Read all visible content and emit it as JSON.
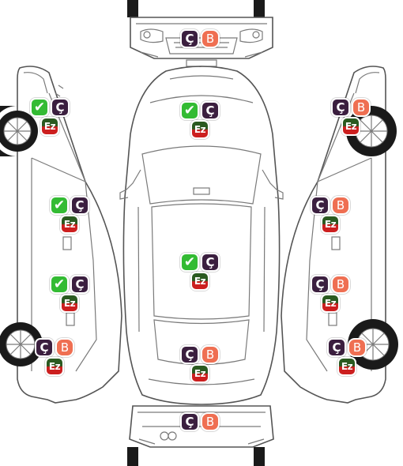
{
  "legend": {
    "check_symbol": "✔",
    "cedilla_symbol": "Ç",
    "b_symbol": "B",
    "ez_symbol": "Ez"
  },
  "colors": {
    "check": "#33bb33",
    "cedilla": "#3b1f3f",
    "b": "#ef6f52",
    "ez_top": "#2a5a20",
    "ez_bottom": "#cc1f1f"
  },
  "zones": [
    {
      "name": "front-bumper",
      "badges": [
        "Ç",
        "B"
      ]
    },
    {
      "name": "hood",
      "badges": [
        "✔",
        "Ç",
        "Ez"
      ]
    },
    {
      "name": "roof",
      "badges": [
        "✔",
        "Ç",
        "Ez"
      ]
    },
    {
      "name": "trunk",
      "badges": [
        "Ç",
        "B",
        "Ez"
      ]
    },
    {
      "name": "rear-bumper",
      "badges": [
        "Ç",
        "B"
      ]
    },
    {
      "name": "left-front-fender",
      "badges": [
        "✔",
        "Ç",
        "Ez"
      ]
    },
    {
      "name": "left-front-door",
      "badges": [
        "✔",
        "Ç",
        "Ez"
      ]
    },
    {
      "name": "left-rear-door",
      "badges": [
        "✔",
        "Ç",
        "Ez"
      ]
    },
    {
      "name": "left-rear-fender",
      "badges": [
        "Ç",
        "B",
        "Ez"
      ]
    },
    {
      "name": "right-front-fender",
      "badges": [
        "Ç",
        "B",
        "Ez"
      ]
    },
    {
      "name": "right-front-door",
      "badges": [
        "Ç",
        "B",
        "Ez"
      ]
    },
    {
      "name": "right-rear-door",
      "badges": [
        "Ç",
        "B",
        "Ez"
      ]
    },
    {
      "name": "right-rear-fender",
      "badges": [
        "Ç",
        "B",
        "Ez"
      ]
    }
  ]
}
